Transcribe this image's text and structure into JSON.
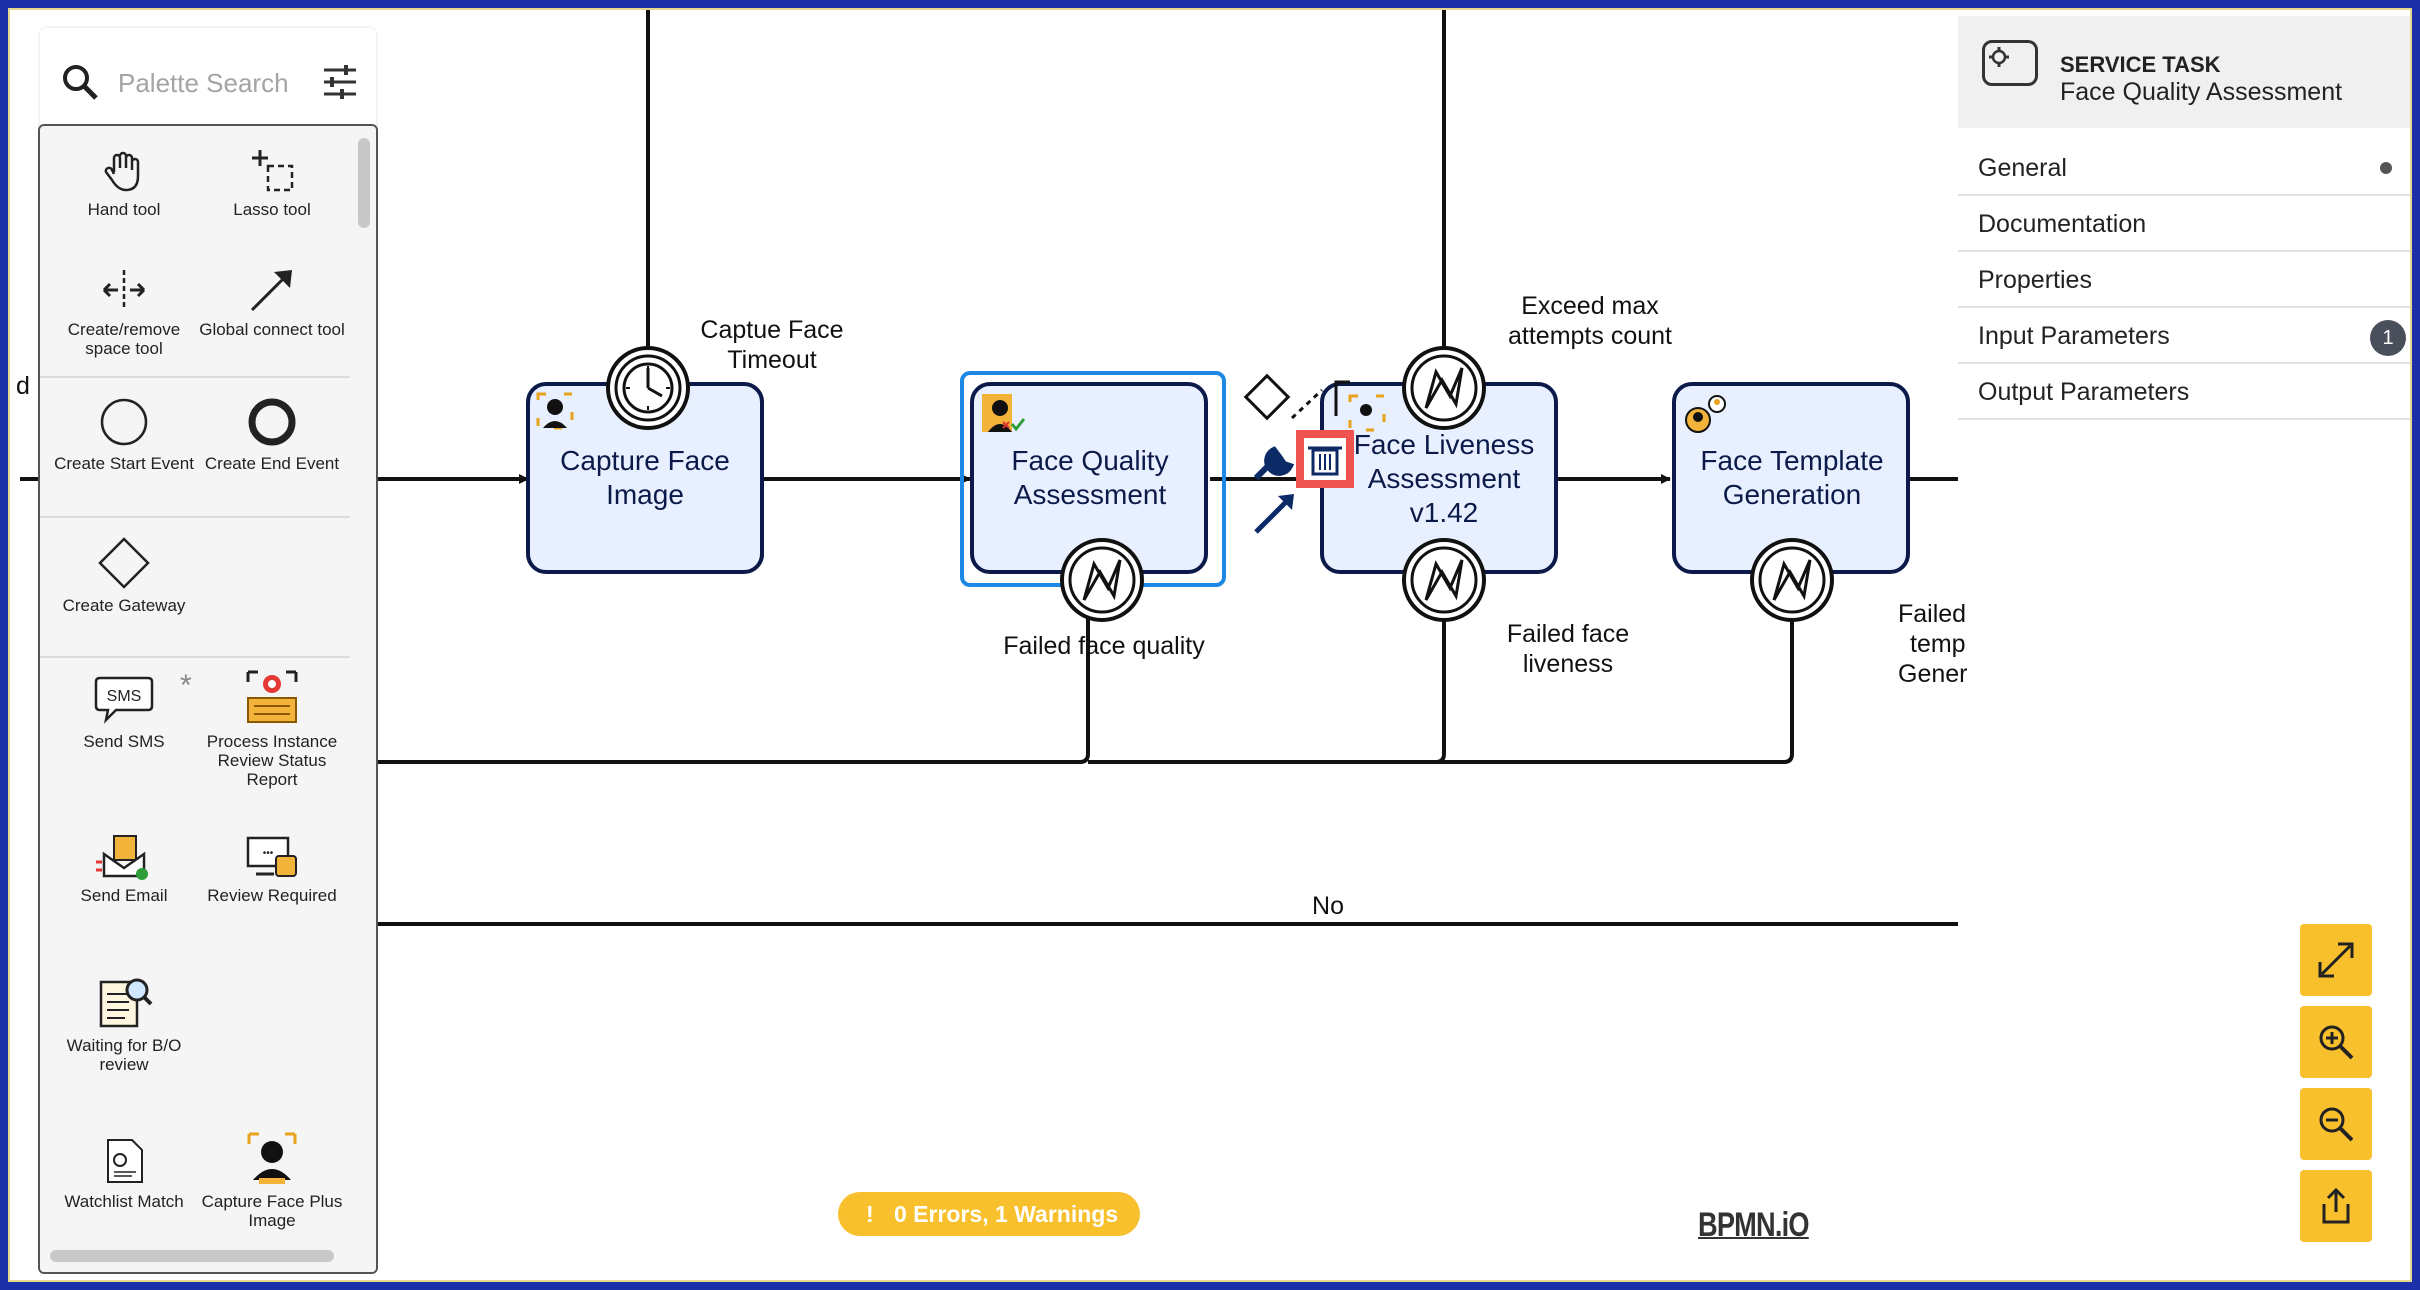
{
  "palette": {
    "search_placeholder": "Palette Search",
    "tools": {
      "hand": "Hand tool",
      "lasso": "Lasso tool",
      "space": "Create/remove space tool",
      "connect": "Global connect tool",
      "start": "Create Start Event",
      "end": "Create End Event",
      "gateway": "Create Gateway",
      "sms": "Send SMS",
      "process_review": "Process Instance Review Status Report",
      "email": "Send Email",
      "review": "Review Required",
      "waiting": "Waiting for B/O review",
      "watchlist": "Watchlist Match",
      "capture_plus": "Capture Face Plus Image"
    },
    "sms_marker": "*"
  },
  "diagram": {
    "tasks": {
      "capture": [
        "Capture Face",
        "Image"
      ],
      "quality": [
        "Face Quality",
        "Assessment"
      ],
      "liveness": [
        "Face Liveness",
        "Assessment",
        "v1.42"
      ],
      "template": [
        "Face Template",
        "Generation"
      ]
    },
    "labels": {
      "timeout": [
        "Captue Face",
        "Timeout"
      ],
      "max_attempts": [
        "Exceed max",
        "attempts count"
      ],
      "failed_quality": "Failed face quality",
      "failed_liveness": [
        "Failed face",
        "liveness"
      ],
      "failed_template": [
        "Failed",
        "temp",
        "Gener"
      ],
      "no": "No",
      "left_cut": "d"
    }
  },
  "properties": {
    "element_type": "SERVICE TASK",
    "element_name": "Face Quality Assessment",
    "groups": [
      {
        "label": "General"
      },
      {
        "label": "Documentation"
      },
      {
        "label": "Properties"
      },
      {
        "label": "Input Parameters",
        "badge": "1"
      },
      {
        "label": "Output Parameters"
      }
    ]
  },
  "status": {
    "icon": "!",
    "text": "0 Errors, 1 Warnings"
  },
  "watermark": "BPMN.iO",
  "colors": {
    "accent": "#f9c02e",
    "task_fill": "#e8f0ff",
    "task_stroke": "#0c1a4a",
    "selection": "#1e88e5",
    "delete_highlight": "#ef5350"
  }
}
